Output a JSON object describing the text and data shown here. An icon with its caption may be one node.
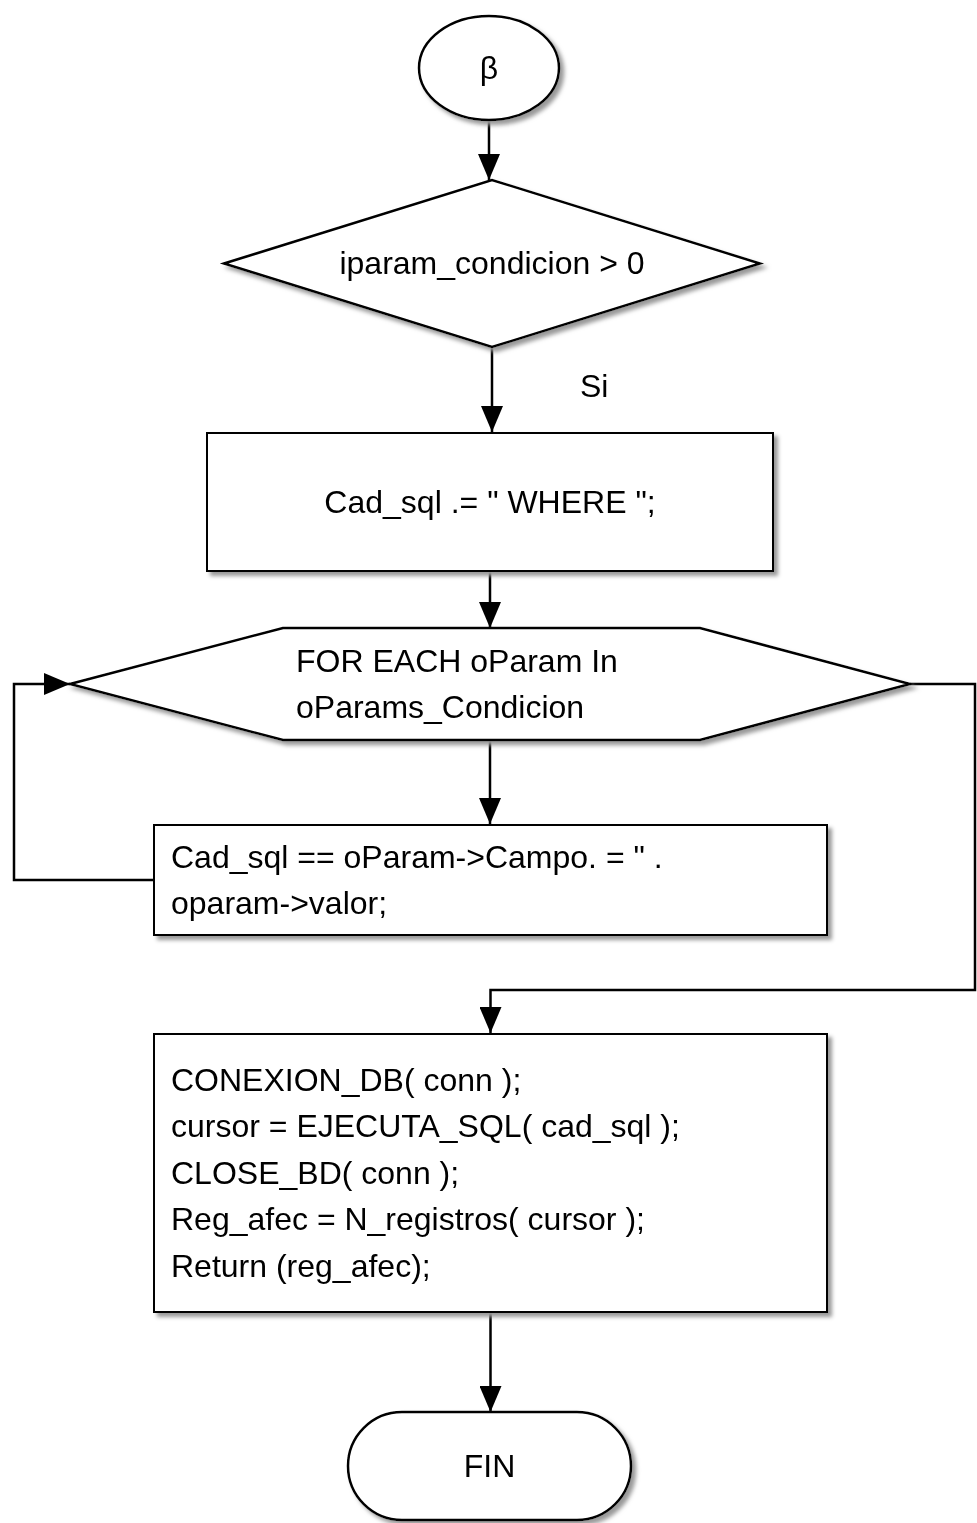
{
  "diagram": {
    "nodes": [
      {
        "text": [
          "β"
        ]
      },
      {
        "text": [
          "iparam_condicion > 0"
        ]
      },
      {
        "text": [
          "Cad_sql .= \" WHERE \";"
        ]
      },
      {
        "text": [
          "FOR EACH oParam In oParams_Condicion"
        ]
      },
      {
        "text": [
          "Cad_sql == oParam->Campo. = \" . oparam->valor;"
        ]
      },
      {
        "text": [
          "CONEXION_DB( conn );",
          "cursor = EJECUTA_SQL( cad_sql );",
          "CLOSE_BD( conn );",
          "Reg_afec = N_registros( cursor );",
          "Return (reg_afec);"
        ]
      },
      {
        "text": [
          "FIN"
        ]
      }
    ],
    "edges": [
      {
        "from": 0,
        "to": 1,
        "arrow": "to"
      },
      {
        "from": 1,
        "to": 2,
        "arrow": "to",
        "label": "Si"
      },
      {
        "from": 2,
        "to": 3,
        "arrow": "to"
      },
      {
        "from": 3,
        "to": 4,
        "arrow": "to"
      },
      {
        "from": 4,
        "to": 3,
        "arrow": "to"
      },
      {
        "from": 3,
        "to": 5,
        "arrow": "to"
      },
      {
        "from": 5,
        "to": 6,
        "arrow": "to"
      }
    ]
  }
}
